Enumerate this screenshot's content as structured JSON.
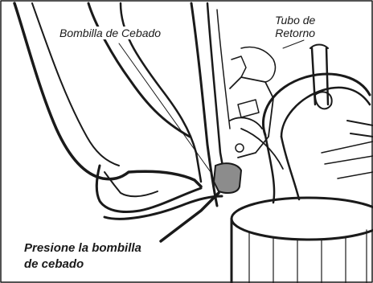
{
  "callouts": {
    "primer_bulb": "Bombilla de Cebado",
    "return_tube_line1": "Tubo de",
    "return_tube_line2": "Retorno"
  },
  "instruction": {
    "line1": "Presione la bombilla",
    "line2": "de cebado"
  },
  "colors": {
    "ink": "#1a1a1a",
    "bulb_fill": "#8c8c8c",
    "background": "#ffffff"
  }
}
